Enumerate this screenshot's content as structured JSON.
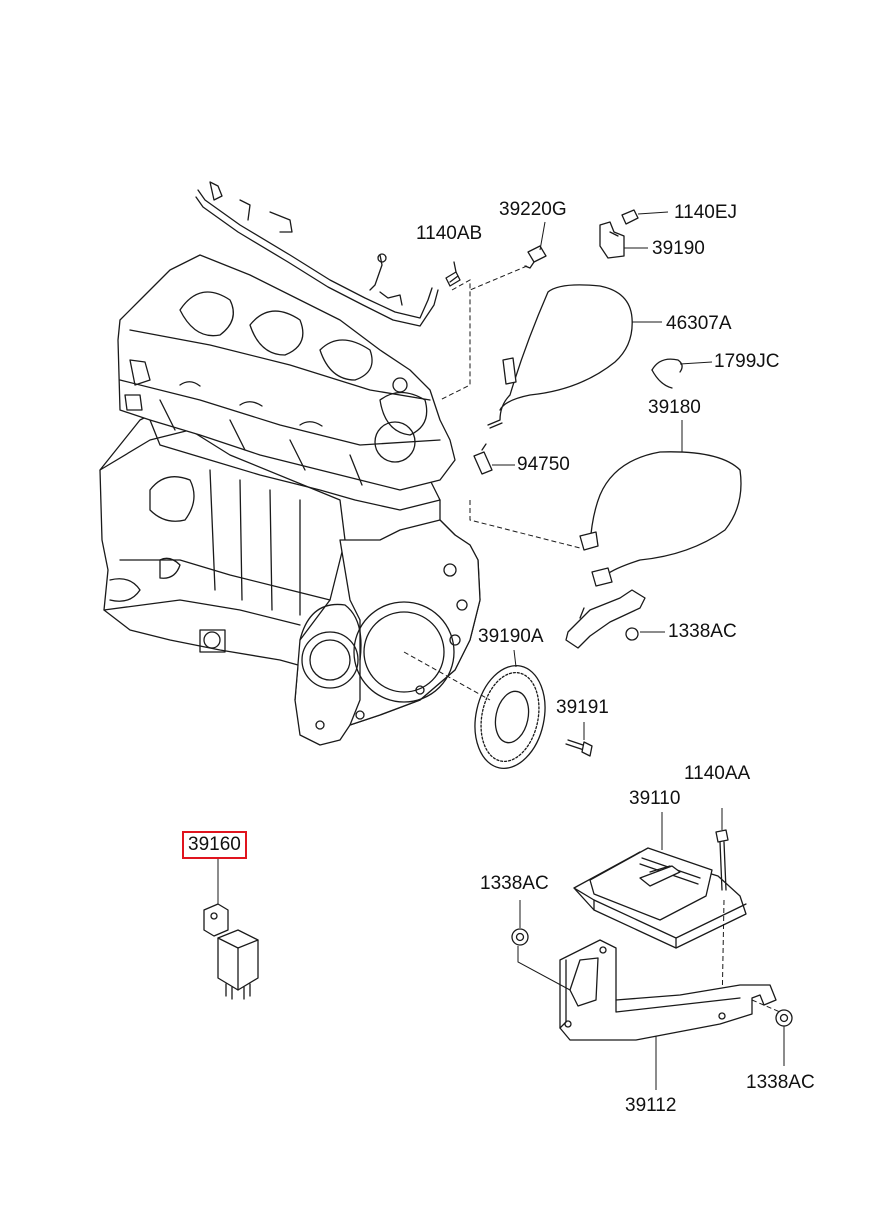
{
  "diagram": {
    "labels": [
      {
        "id": "lbl-39220G",
        "text": "39220G"
      },
      {
        "id": "lbl-1140EJ",
        "text": "1140EJ"
      },
      {
        "id": "lbl-1140AB",
        "text": "1140AB"
      },
      {
        "id": "lbl-39190",
        "text": "39190"
      },
      {
        "id": "lbl-46307A",
        "text": "46307A"
      },
      {
        "id": "lbl-1799JC",
        "text": "1799JC"
      },
      {
        "id": "lbl-39180",
        "text": "39180"
      },
      {
        "id": "lbl-94750",
        "text": "94750"
      },
      {
        "id": "lbl-1338AC-a",
        "text": "1338AC"
      },
      {
        "id": "lbl-39190A",
        "text": "39190A"
      },
      {
        "id": "lbl-39191",
        "text": "39191"
      },
      {
        "id": "lbl-1140AA",
        "text": "1140AA"
      },
      {
        "id": "lbl-39110",
        "text": "39110"
      },
      {
        "id": "lbl-39160",
        "text": "39160",
        "highlighted": true,
        "highlight_color": "#e0141e"
      },
      {
        "id": "lbl-1338AC-b",
        "text": "1338AC"
      },
      {
        "id": "lbl-1338AC-c",
        "text": "1338AC"
      },
      {
        "id": "lbl-39112",
        "text": "39112"
      }
    ]
  }
}
